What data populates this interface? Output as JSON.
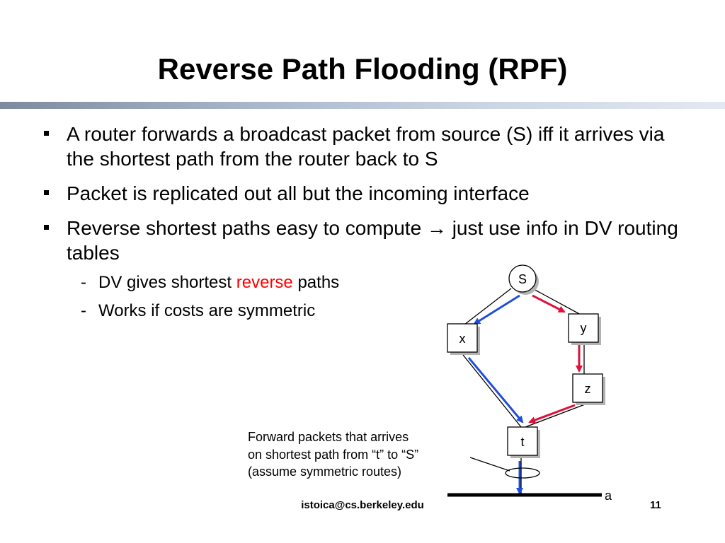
{
  "slide": {
    "title": "Reverse Path Flooding (RPF)",
    "footer_email": "istoica@cs.berkeley.edu",
    "page_number": "11"
  },
  "bullets": [
    {
      "text": "A router forwards a broadcast packet from source (S) iff it arrives via the shortest path from the router back to S"
    },
    {
      "text": "Packet is replicated out all but the incoming interface"
    },
    {
      "text_before": "Reverse shortest paths easy to compute ",
      "arrow": "→",
      "text_after": " just use info in DV routing tables"
    }
  ],
  "sub_bullets": [
    {
      "dash": "-",
      "before": "DV gives shortest ",
      "highlight": "reverse",
      "after": " paths"
    },
    {
      "dash": "-",
      "text": "Works if costs are symmetric"
    }
  ],
  "diagram": {
    "nodes": {
      "s": "S",
      "x": "x",
      "y": "y",
      "z": "z",
      "t": "t"
    },
    "lan_label": "a",
    "annotation": {
      "line1": "Forward packets that arrives",
      "line2": "on shortest path from “t” to “S”",
      "line3": "(assume symmetric routes)"
    },
    "colors": {
      "blue_path": "#1f4fd8",
      "red_path": "#e0103a",
      "link": "#000000"
    }
  }
}
